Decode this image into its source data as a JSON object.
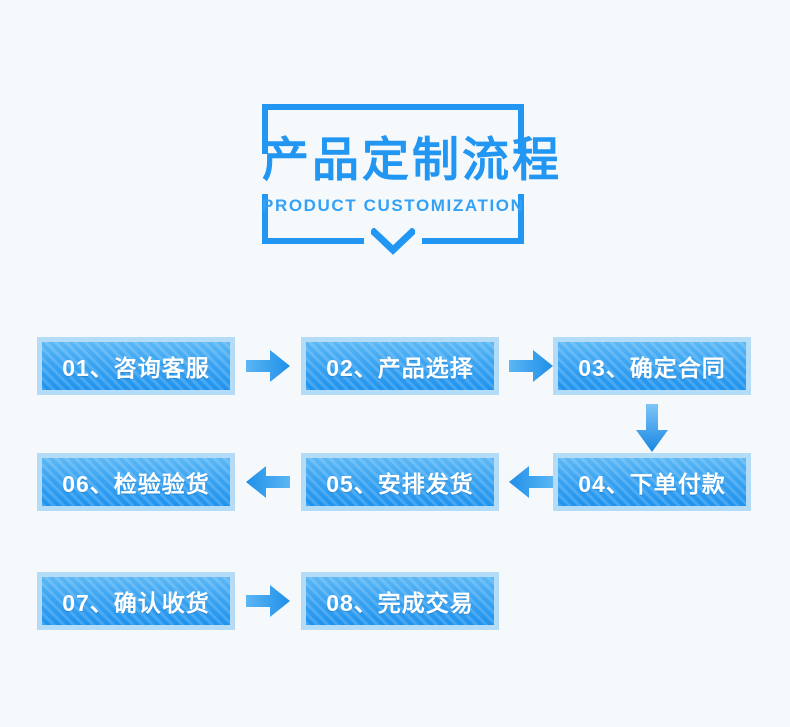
{
  "page": {
    "background_color": "#f6f9fb",
    "accent_color": "#2196f3"
  },
  "header": {
    "title_cn": "产品定制流程",
    "title_en": "PRODUCT CUSTOMIZATION",
    "frame_color": "#2196f3",
    "chevron_icon": "chevron-down-icon"
  },
  "flow": {
    "box_border_color": "#b4dcf7",
    "box_fill_color": "#2e9cf0",
    "box_text_color": "#ffffff",
    "arrow_color": "#2196f3",
    "steps": [
      {
        "num": "01",
        "label": "01、咨询客服"
      },
      {
        "num": "02",
        "label": "02、产品选择"
      },
      {
        "num": "03",
        "label": "03、确定合同"
      },
      {
        "num": "04",
        "label": "04、下单付款"
      },
      {
        "num": "05",
        "label": "05、安排发货"
      },
      {
        "num": "06",
        "label": "06、检验验货"
      },
      {
        "num": "07",
        "label": "07、确认收货"
      },
      {
        "num": "08",
        "label": "08、完成交易"
      }
    ],
    "connectors": [
      {
        "name": "arrow-right-01-02",
        "direction": "right"
      },
      {
        "name": "arrow-right-02-03",
        "direction": "right"
      },
      {
        "name": "arrow-down-03-04",
        "direction": "down"
      },
      {
        "name": "arrow-left-04-05",
        "direction": "left"
      },
      {
        "name": "arrow-left-05-06",
        "direction": "left"
      },
      {
        "name": "arrow-right-07-08",
        "direction": "right"
      }
    ]
  }
}
